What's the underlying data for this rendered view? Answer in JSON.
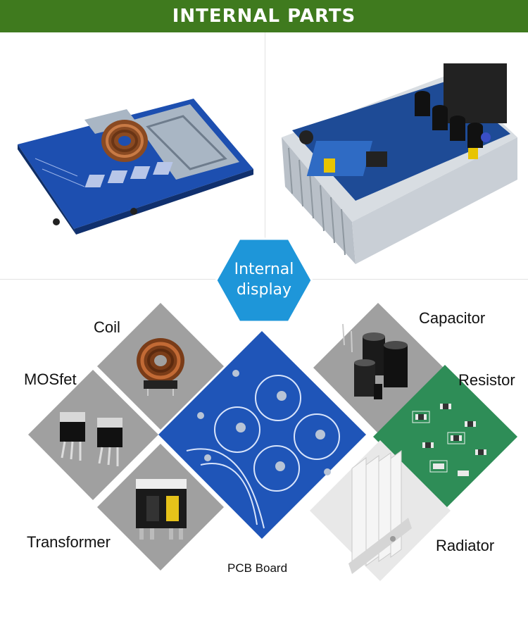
{
  "banner": {
    "title": "INTERNAL PARTS",
    "color": "#3f7a1e"
  },
  "center_badge": {
    "line1": "Internal",
    "line2": "display",
    "color": "#1e96d9"
  },
  "parts": {
    "coil": "Coil",
    "mosfet": "MOSfet",
    "transformer": "Transformer",
    "pcb_board": "PCB Board",
    "capacitor": "Capacitor",
    "resistor": "Resistor",
    "radiator": "Radiator"
  }
}
